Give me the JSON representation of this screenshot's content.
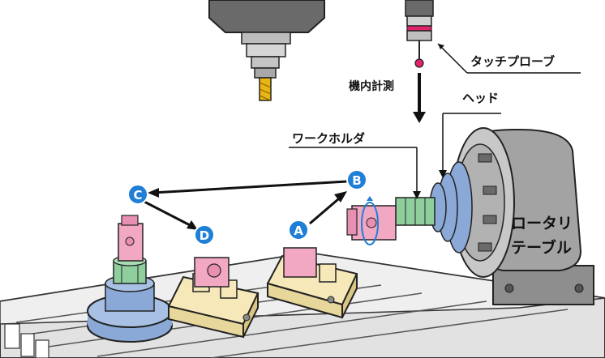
{
  "labels": {
    "touch_probe": "タッチプローブ",
    "in_machine_measure": "機内計測",
    "head": "ヘッド",
    "work_holder": "ワークホルダ",
    "rotary_table_line1": "ロータリ",
    "rotary_table_line2": "テーブル"
  },
  "markers": {
    "a": "A",
    "b": "B",
    "c": "C",
    "d": "D"
  },
  "colors": {
    "marker_blue": "#1f7fd6",
    "holder_yellow": "#f6e8b8",
    "workpiece_pink": "#f2a7c3",
    "base_blue": "#8aa9d6",
    "green_part": "#8fcf9e",
    "gray_machine": "#a9a9a9",
    "drill_gold": "#e8b514",
    "probe_stripe": "#e0246b"
  }
}
